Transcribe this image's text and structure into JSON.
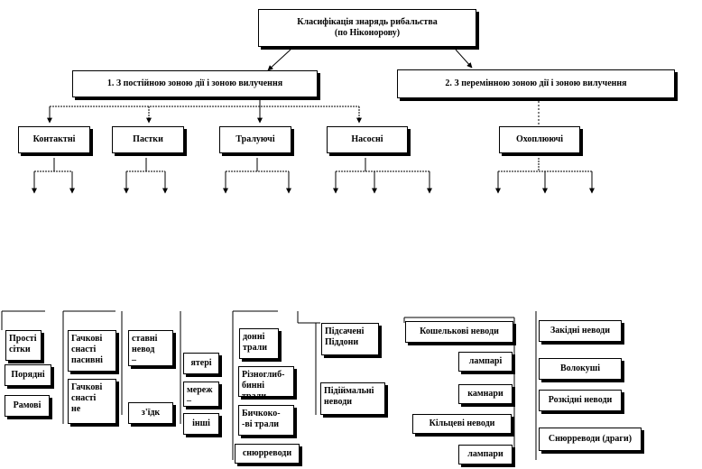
{
  "title": {
    "line1": "Класифікація знарядь рибальства",
    "line2": "(по Ніконорову)"
  },
  "groups": {
    "g1": "1. З постійною зоною дії і зоною вилучення",
    "g2": "2. З перемінною зоною дії і зоною вилучення"
  },
  "categories": {
    "contact": "Контактні",
    "trap": "Пастки",
    "trawl": "Тралуючі",
    "pump": "Насосні",
    "encircle": "Охоплюючі"
  },
  "leaves": {
    "prosti_sitky": "Прості\nсітки",
    "poriadni": "Порядні",
    "ramovi": "Рамові",
    "gachkovi_snasti_1": "Гачкові\nснасті\nпасивні",
    "gachkovi_snasti_2": "Гачкові\nснасті\nне",
    "stavni_nevody": "ставні\nневод\n–",
    "zaiadky": "з'їдк",
    "vytery": "ятері",
    "merezhi": "мереж\n–",
    "inshi": "інші",
    "donni_traly": "донні\nтрали",
    "riznoglybynni_traly": "Різноглиб-\nбинні трали",
    "bichkovi_traly": "Бичкоко-\n-ві трали",
    "snurrevody_1": "снюрреводи",
    "pidsacheni_piddony": "Підсачені\nПіддони",
    "pidnimalni_nevody": "Підіймальні\nневоди",
    "koshelkovi_nevody": "Кошелькові неводи",
    "lampari": "лампарі",
    "kilcevi_nevody": "Кільцеві неводи",
    "lampary_2": "лампари",
    "kamnari": "камнари",
    "zakidni_nevody": "Закідні неводи",
    "volokushi": "Волокуші",
    "rozkidni_nevody": "Розкідні неводи",
    "snurrevody_2": "Снюрреводи (драги)"
  }
}
